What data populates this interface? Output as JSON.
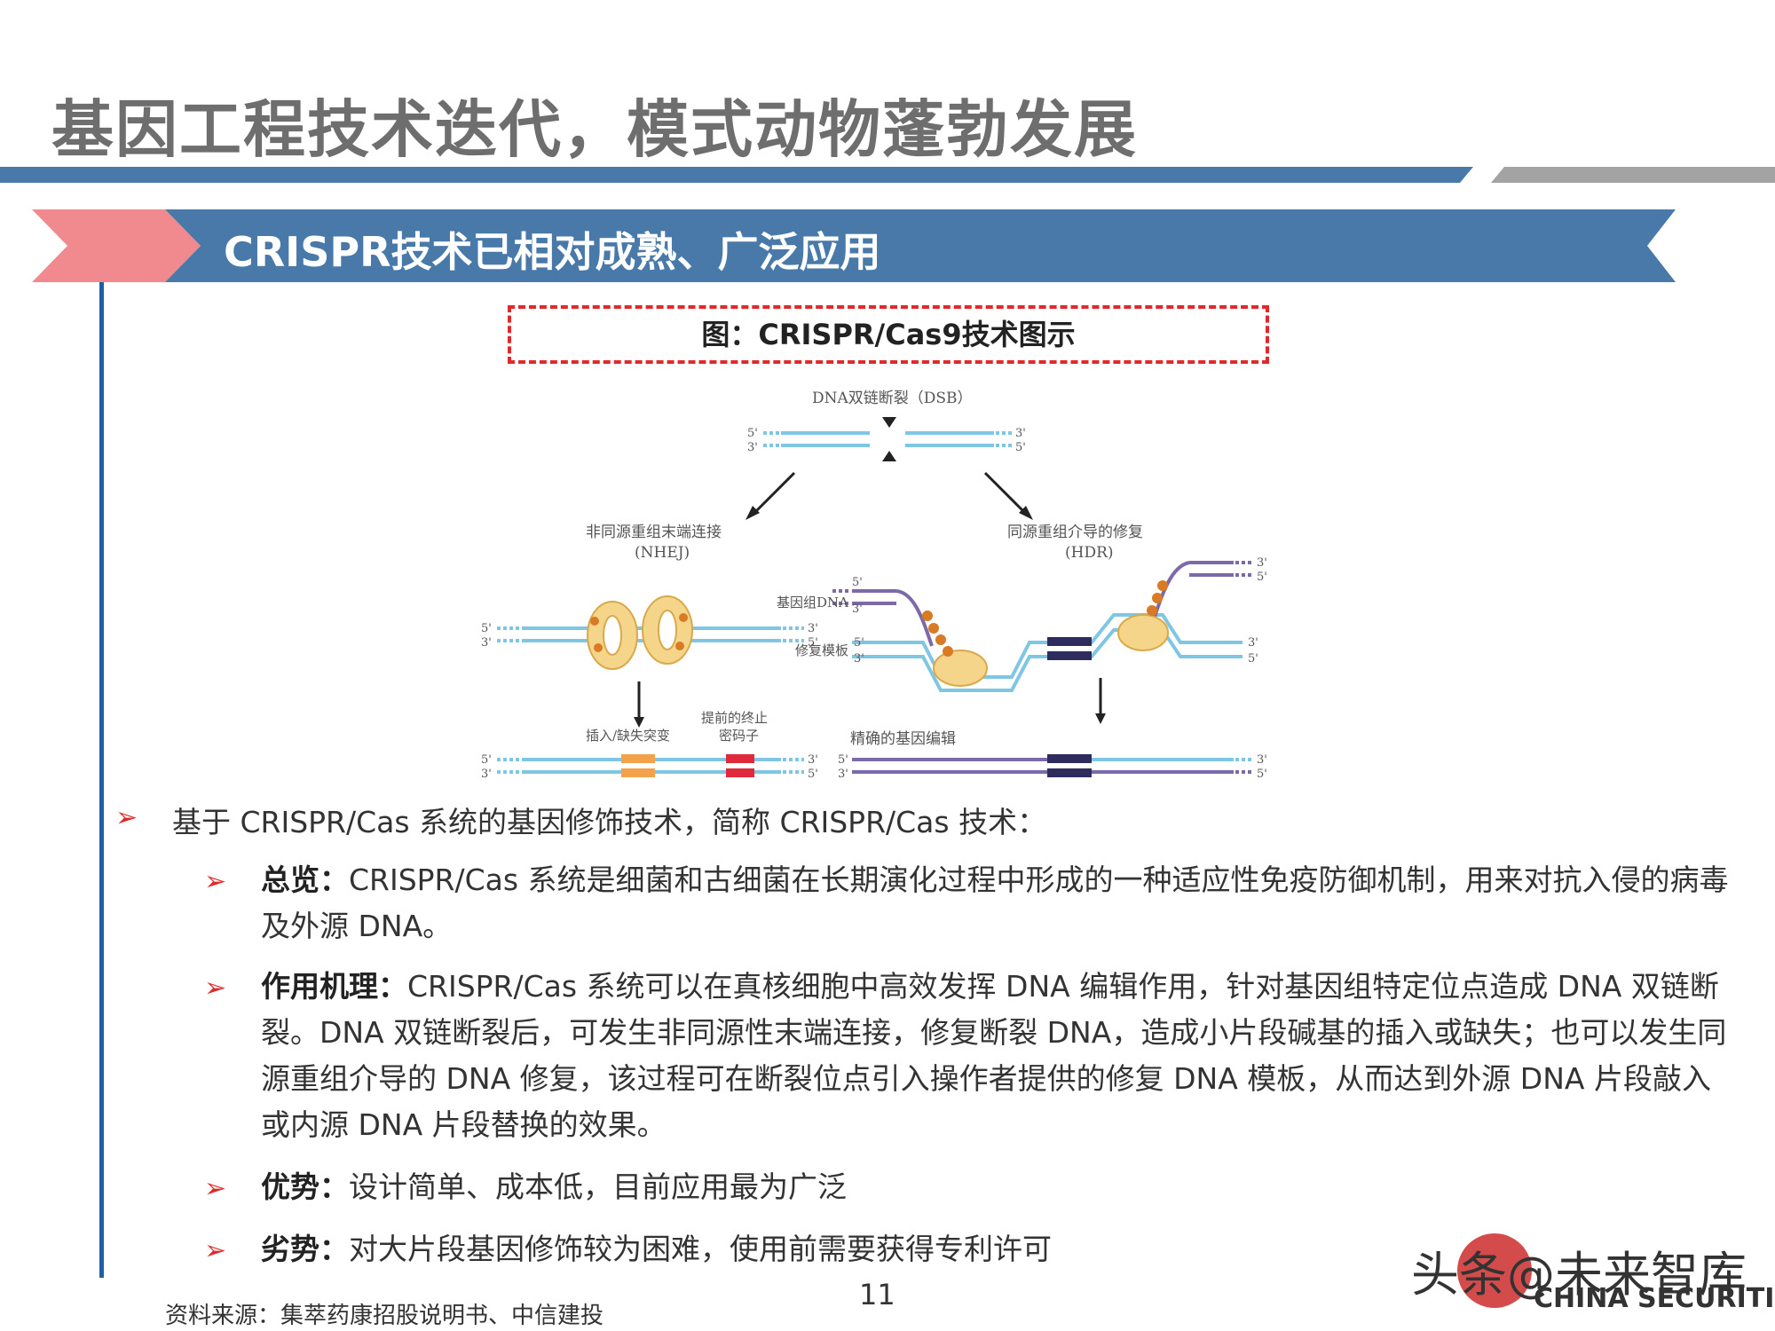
{
  "header": {
    "title": "基因工程技术迭代，模式动物蓬勃发展",
    "accent_blue": "#4879a9",
    "accent_gray": "#a3a3a3"
  },
  "banner": {
    "text": "CRISPR技术已相对成熟、广泛应用",
    "color_blue": "#4879a9",
    "color_pink": "#f08a8f"
  },
  "figure": {
    "title": "图：CRISPR/Cas9技术图示",
    "labels": {
      "dsb": "DNA双链断裂（DSB）",
      "nhej_cn": "非同源重组末端连接",
      "nhej_en": "(NHEJ)",
      "hdr_cn": "同源重组介导的修复",
      "hdr_en": "(HDR)",
      "genome_dna": "基因组DNA",
      "repair_template": "修复模板",
      "indel": "插入/缺失突变",
      "stop_codon_1": "提前的终止",
      "stop_codon_2": "密码子",
      "precise_edit": "精确的基因编辑",
      "five_prime": "5'",
      "three_prime": "3'"
    }
  },
  "content": {
    "bullet_main": "基于 CRISPR/Cas 系统的基因修饰技术，简称 CRISPR/Cas 技术：",
    "items": [
      {
        "label": "总览：",
        "text": "CRISPR/Cas  系统是细菌和古细菌在长期演化过程中形成的一种适应性免疫防御机制，用来对抗入侵的病毒及外源 DNA。"
      },
      {
        "label": "作用机理：",
        "text": "CRISPR/Cas 系统可以在真核细胞中高效发挥 DNA 编辑作用，针对基因组特定位点造成 DNA 双链断裂。DNA 双链断裂后，可发生非同源性末端连接，修复断裂  DNA，造成小片段碱基的插入或缺失；也可以发生同源重组介导的 DNA 修复，该过程可在断裂位点引入操作者提供的修复 DNA 模板，从而达到外源 DNA 片段敲入或内源 DNA 片段替换的效果。"
      },
      {
        "label": "优势：",
        "text": "设计简单、成本低，目前应用最为广泛"
      },
      {
        "label": "劣势：",
        "text": "对大片段基因修饰较为困难，使用前需要获得专利许可"
      }
    ]
  },
  "footer": {
    "source": "资料来源：集萃药康招股说明书、中信建投",
    "page_number": "11",
    "watermark": "头条@未来智库",
    "brand_en": "CHINA SECURITIES"
  }
}
